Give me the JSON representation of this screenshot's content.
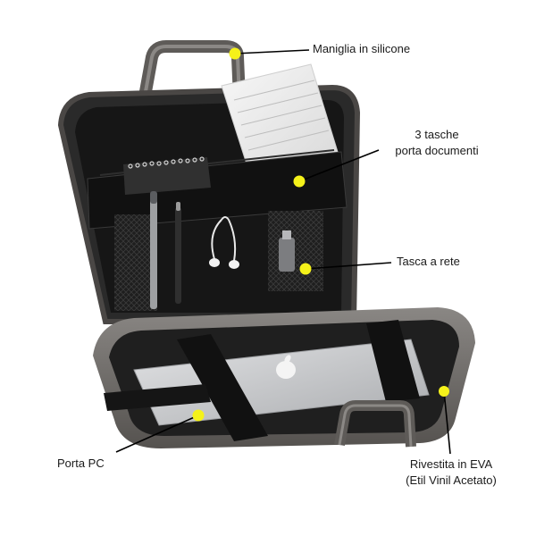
{
  "callouts": {
    "handle": "Maniglia in silicone",
    "pockets_line1": "3 tasche",
    "pockets_line2": "porta documenti",
    "mesh": "Tasca a rete",
    "pc": "Porta PC",
    "eva_line1": "Rivestita in EVA",
    "eva_line2": "(Etil Vinil Acetato)"
  },
  "colors": {
    "marker": "#f5f21a",
    "shell": "#6e6b68",
    "lining": "#1b1b1b",
    "laptop": "#c8c9cb"
  },
  "icons": {
    "product": "briefcase-image",
    "marker": "yellow-dot-marker"
  }
}
